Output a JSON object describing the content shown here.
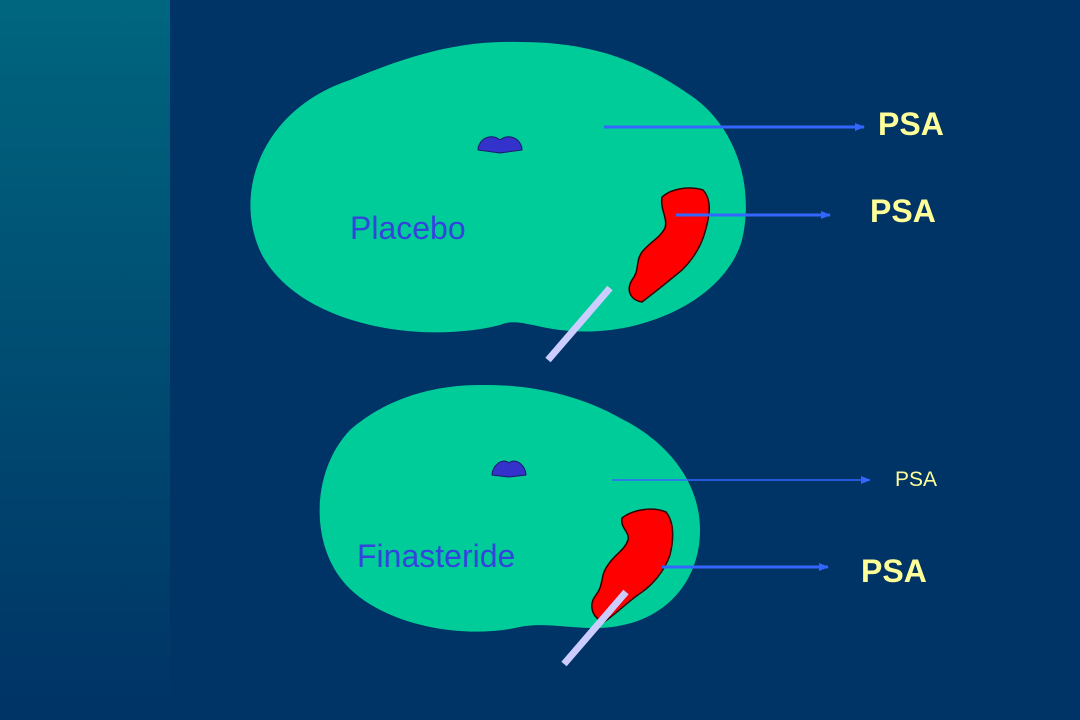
{
  "colors": {
    "background": "#003366",
    "gland": "#00cc99",
    "tumor": "#ff0000",
    "urethra": "#3333cc",
    "arrow": "#3366ff",
    "needle": "#ccccff",
    "psa_text": "#ffff99",
    "treatment_text": "#3344dd"
  },
  "top_panel": {
    "treatment_label": "Placebo",
    "psa_upper": "PSA",
    "psa_lower": "PSA"
  },
  "bottom_panel": {
    "treatment_label": "Finasteride",
    "psa_upper": "PSA",
    "psa_lower": "PSA"
  }
}
